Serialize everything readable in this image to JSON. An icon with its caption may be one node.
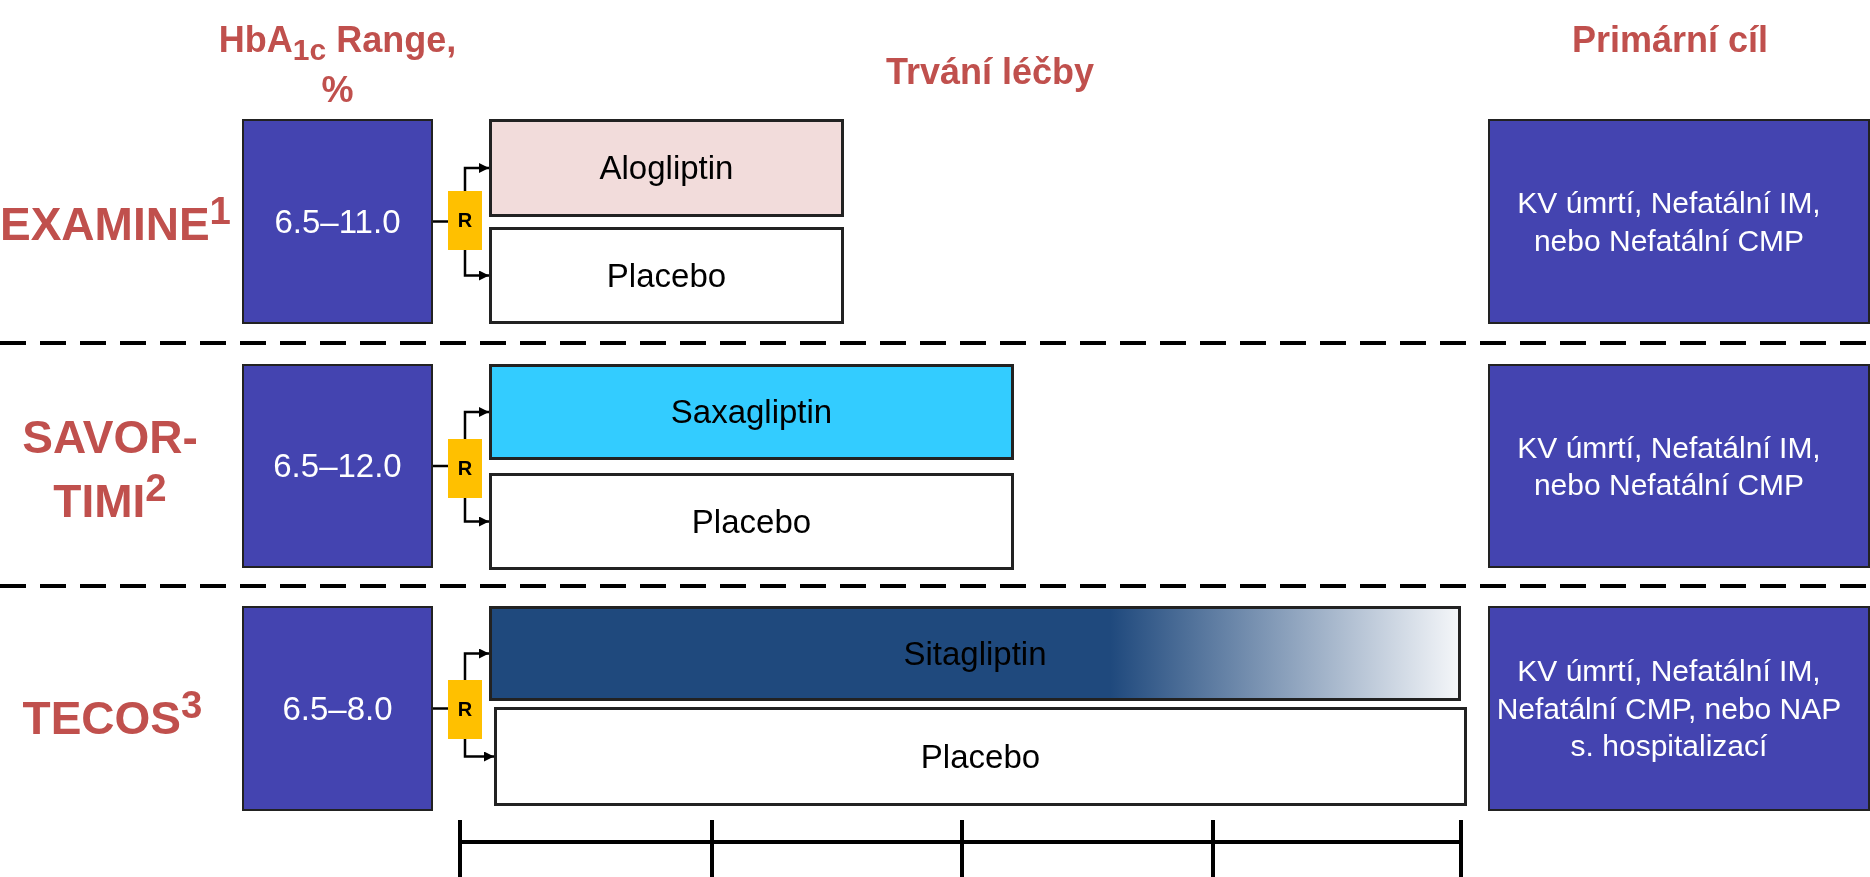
{
  "diagram": {
    "nodes": [
      {
        "text": [
          "6.5–11.0"
        ]
      },
      {
        "text": [
          "R"
        ]
      },
      {
        "text": [
          "Alogliptin"
        ]
      },
      {
        "text": [
          "Placebo"
        ]
      },
      {
        "text": [
          "KV úmrtí, Nefatální IM, nebo Nefatální CMP"
        ]
      },
      {
        "text": [
          "6.5–12.0"
        ]
      },
      {
        "text": [
          "R"
        ]
      },
      {
        "text": [
          "Saxagliptin"
        ]
      },
      {
        "text": [
          "Placebo"
        ]
      },
      {
        "text": [
          "KV úmrtí, Nefatální IM, nebo Nefatální CMP"
        ]
      },
      {
        "text": [
          "6.5–8.0"
        ]
      },
      {
        "text": [
          "R"
        ]
      },
      {
        "text": [
          "Sitagliptin"
        ]
      },
      {
        "text": [
          "Placebo"
        ]
      },
      {
        "text": [
          "KV úmrtí, Nefatální IM, Nefatální CMP, nebo NAP s. hospitalizací"
        ]
      }
    ],
    "edges": [
      {
        "from": 0,
        "to": 1,
        "arrow": "none"
      },
      {
        "from": 1,
        "to": 2,
        "arrow": "to"
      },
      {
        "from": 1,
        "to": 3,
        "arrow": "to"
      },
      {
        "from": 5,
        "to": 6,
        "arrow": "none"
      },
      {
        "from": 6,
        "to": 7,
        "arrow": "to"
      },
      {
        "from": 6,
        "to": 8,
        "arrow": "to"
      },
      {
        "from": 10,
        "to": 11,
        "arrow": "none"
      },
      {
        "from": 11,
        "to": 12,
        "arrow": "to"
      },
      {
        "from": 11,
        "to": 13,
        "arrow": "to"
      }
    ],
    "labels": [
      "HbA$_{1c}$ Range, %",
      "Trvání léčby",
      "Primární cíl",
      "EXAMINE$^{1}$",
      "SAVOR- TIMI$^{2}$",
      "TECOS$^{3}$"
    ]
  }
}
